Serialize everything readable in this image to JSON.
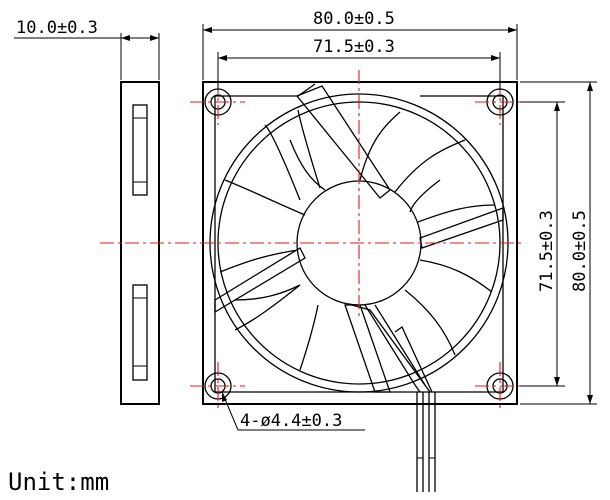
{
  "drawing": {
    "side_thickness": "10.0±0.3",
    "frame_width": "80.0±0.5",
    "hole_pitch_h": "71.5±0.3",
    "hole_pitch_v": "71.5±0.3",
    "frame_height": "80.0±0.5",
    "mount_holes": "4-ø4.4±0.3",
    "unit": "Unit:mm"
  }
}
